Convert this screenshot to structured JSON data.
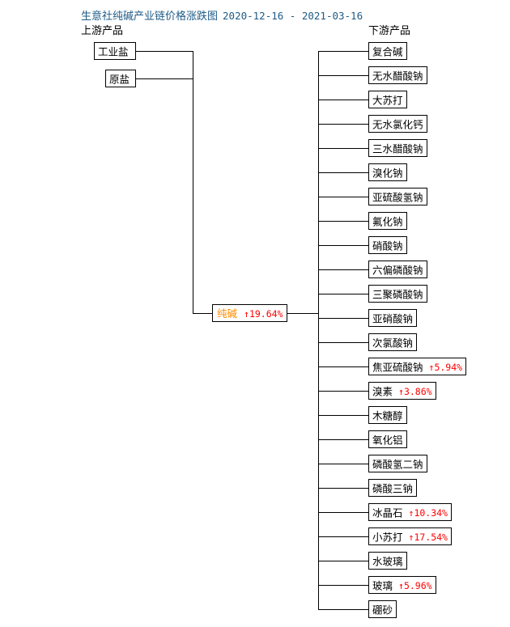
{
  "title": {
    "text": "生意社纯碱产业链价格涨跌图",
    "dates": "2020-12-16 - 2021-03-16",
    "color": "#1f5b86"
  },
  "headers": {
    "upstream": "上游产品",
    "downstream": "下游产品"
  },
  "colors": {
    "title": "#1f5b86",
    "center_name": "#ff8c00",
    "increase": "#ff0000",
    "box_border": "#000000",
    "background": "#ffffff"
  },
  "upstream": [
    {
      "name": "工业盐",
      "pct": ""
    },
    {
      "name": "原盐",
      "pct": ""
    }
  ],
  "center": {
    "name": "纯碱",
    "pct": "↑19.64%",
    "change_percent": 19.64,
    "direction": "up"
  },
  "downstream": [
    {
      "name": "复合碱",
      "pct": ""
    },
    {
      "name": "无水醋酸钠",
      "pct": ""
    },
    {
      "name": "大苏打",
      "pct": ""
    },
    {
      "name": "无水氯化钙",
      "pct": ""
    },
    {
      "name": "三水醋酸钠",
      "pct": ""
    },
    {
      "name": "溴化钠",
      "pct": ""
    },
    {
      "name": "亚硫酸氢钠",
      "pct": ""
    },
    {
      "name": "氟化钠",
      "pct": ""
    },
    {
      "name": "硝酸钠",
      "pct": ""
    },
    {
      "name": "六偏磷酸钠",
      "pct": ""
    },
    {
      "name": "三聚磷酸钠",
      "pct": ""
    },
    {
      "name": "亚硝酸钠",
      "pct": ""
    },
    {
      "name": "次氯酸钠",
      "pct": ""
    },
    {
      "name": "焦亚硫酸钠",
      "pct": "↑5.94%"
    },
    {
      "name": "溴素",
      "pct": "↑3.86%"
    },
    {
      "name": "木糖醇",
      "pct": ""
    },
    {
      "name": "氧化铝",
      "pct": ""
    },
    {
      "name": "磷酸氢二钠",
      "pct": ""
    },
    {
      "name": "磷酸三钠",
      "pct": ""
    },
    {
      "name": "冰晶石",
      "pct": "↑10.34%"
    },
    {
      "name": "小苏打",
      "pct": "↑17.54%"
    },
    {
      "name": "水玻璃",
      "pct": ""
    },
    {
      "name": "玻璃",
      "pct": "↑5.96%"
    },
    {
      "name": "硼砂",
      "pct": ""
    }
  ]
}
